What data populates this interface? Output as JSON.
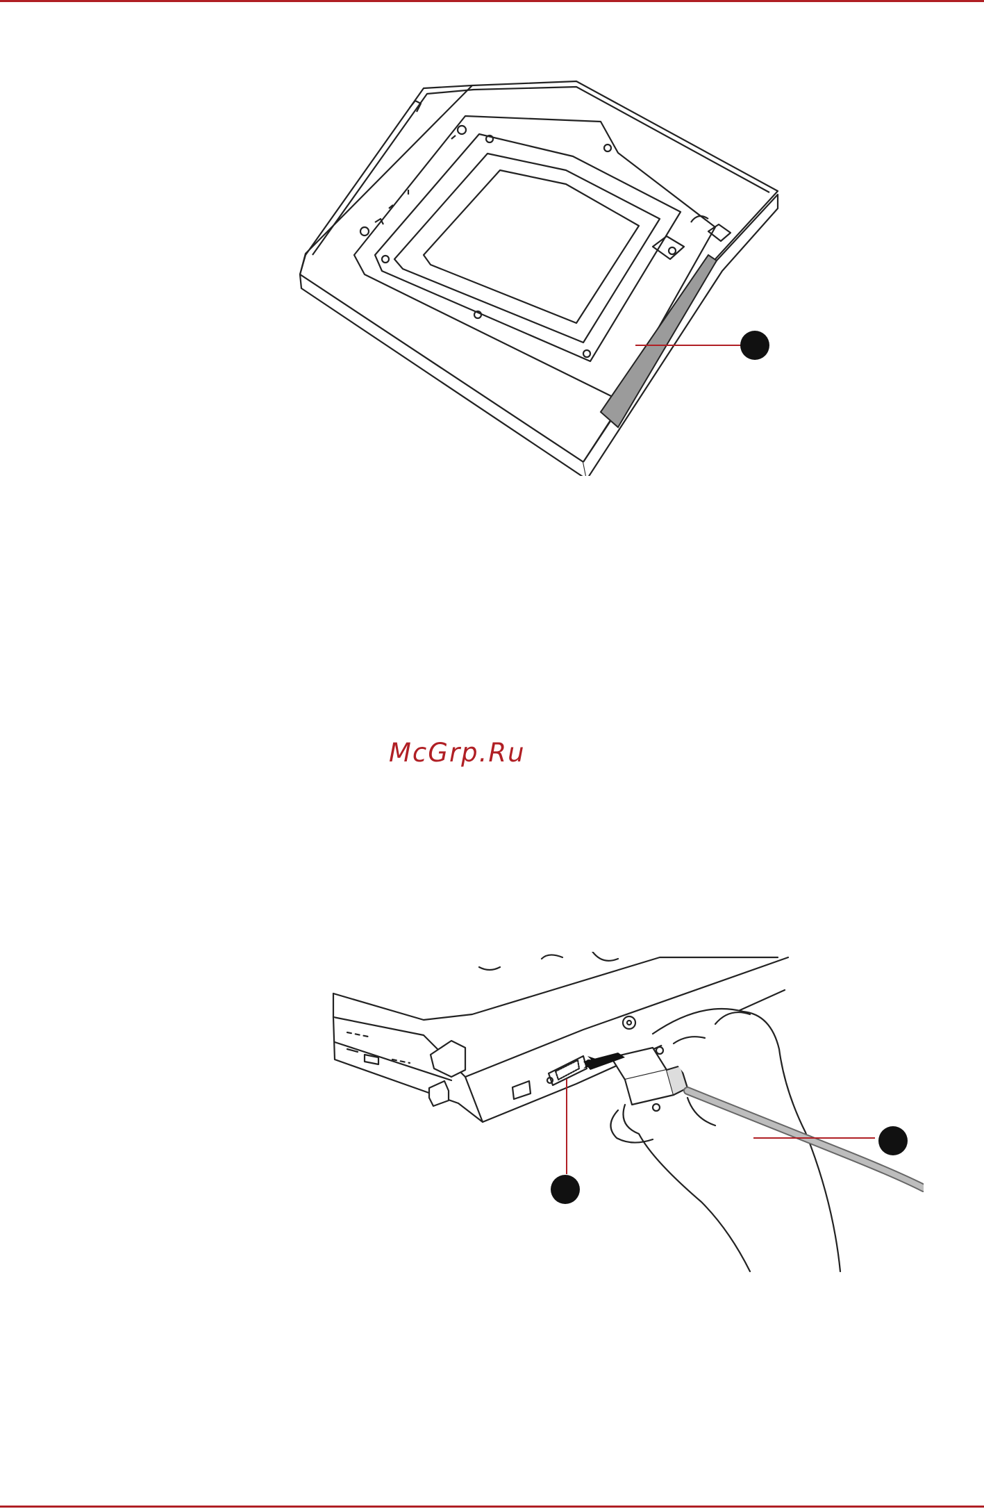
{
  "page": {
    "accent_color": "#b01f24",
    "watermark": "McGrp.Ru"
  },
  "figures": [
    {
      "name": "hard-disk-adaptor-illustration",
      "callouts": [
        {
          "id": "1",
          "label": ""
        }
      ]
    },
    {
      "name": "external-monitor-cable-illustration",
      "callouts": [
        {
          "id": "1",
          "label": ""
        },
        {
          "id": "2",
          "label": ""
        }
      ]
    }
  ]
}
